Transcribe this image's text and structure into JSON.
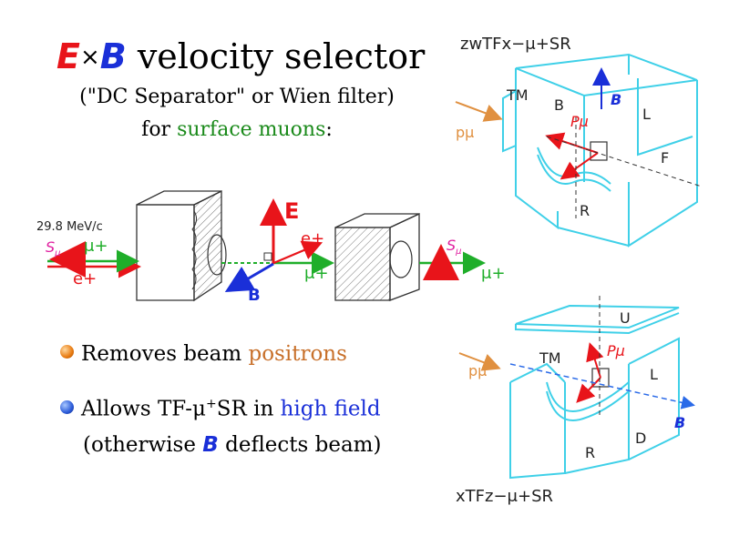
{
  "title": {
    "e": "E",
    "times": "×",
    "b": "B",
    "rest": " velocity selector"
  },
  "subtitle": {
    "line1": "(\"DC Separator\" or Wien filter)",
    "line2_prefix": "for ",
    "line2_highlight": "surface muons",
    "line2_suffix": ":"
  },
  "bullets": [
    {
      "prefix": "Removes beam ",
      "highlight": "positrons",
      "suffix": ""
    },
    {
      "prefix": "Allows TF-μ",
      "sup": "+",
      "mid": "SR in ",
      "highlight": "high field",
      "suffix": ""
    }
  ],
  "bullet2_line2": {
    "prefix": "(otherwise ",
    "b": "B",
    "suffix": " deflects beam)"
  },
  "sketch": {
    "momentum": "29.8 MeV/c",
    "s_mu": "S",
    "s_mu_sub": "μ",
    "mu_plus": "μ+",
    "e_plus": "e+",
    "E_label": "E",
    "B_label": "B",
    "e_plus_right": "e+",
    "mu_plus_mid": "μ+",
    "s_mu_right": "S",
    "mu_plus_right": "μ+"
  },
  "top_diagram": {
    "title": "zwTFx−μ+SR",
    "labels": {
      "tm": "TM",
      "b": "B",
      "l": "L",
      "f": "F",
      "r": "R",
      "p": "pμ",
      "pmu": "Pμ",
      "bvec": "B"
    }
  },
  "bottom_diagram": {
    "title": "xTFz−μ+SR",
    "labels": {
      "u": "U",
      "tm": "TM",
      "l": "L",
      "d": "D",
      "r": "R",
      "p": "pμ",
      "pmu": "Pμ",
      "bvec": "B"
    }
  },
  "colors": {
    "e_red": "#e8141a",
    "b_blue": "#1a2fd8",
    "surface_green": "#1a8a1a",
    "positron_orange": "#c8702a",
    "cyan_frame": "#3fd0e8"
  }
}
